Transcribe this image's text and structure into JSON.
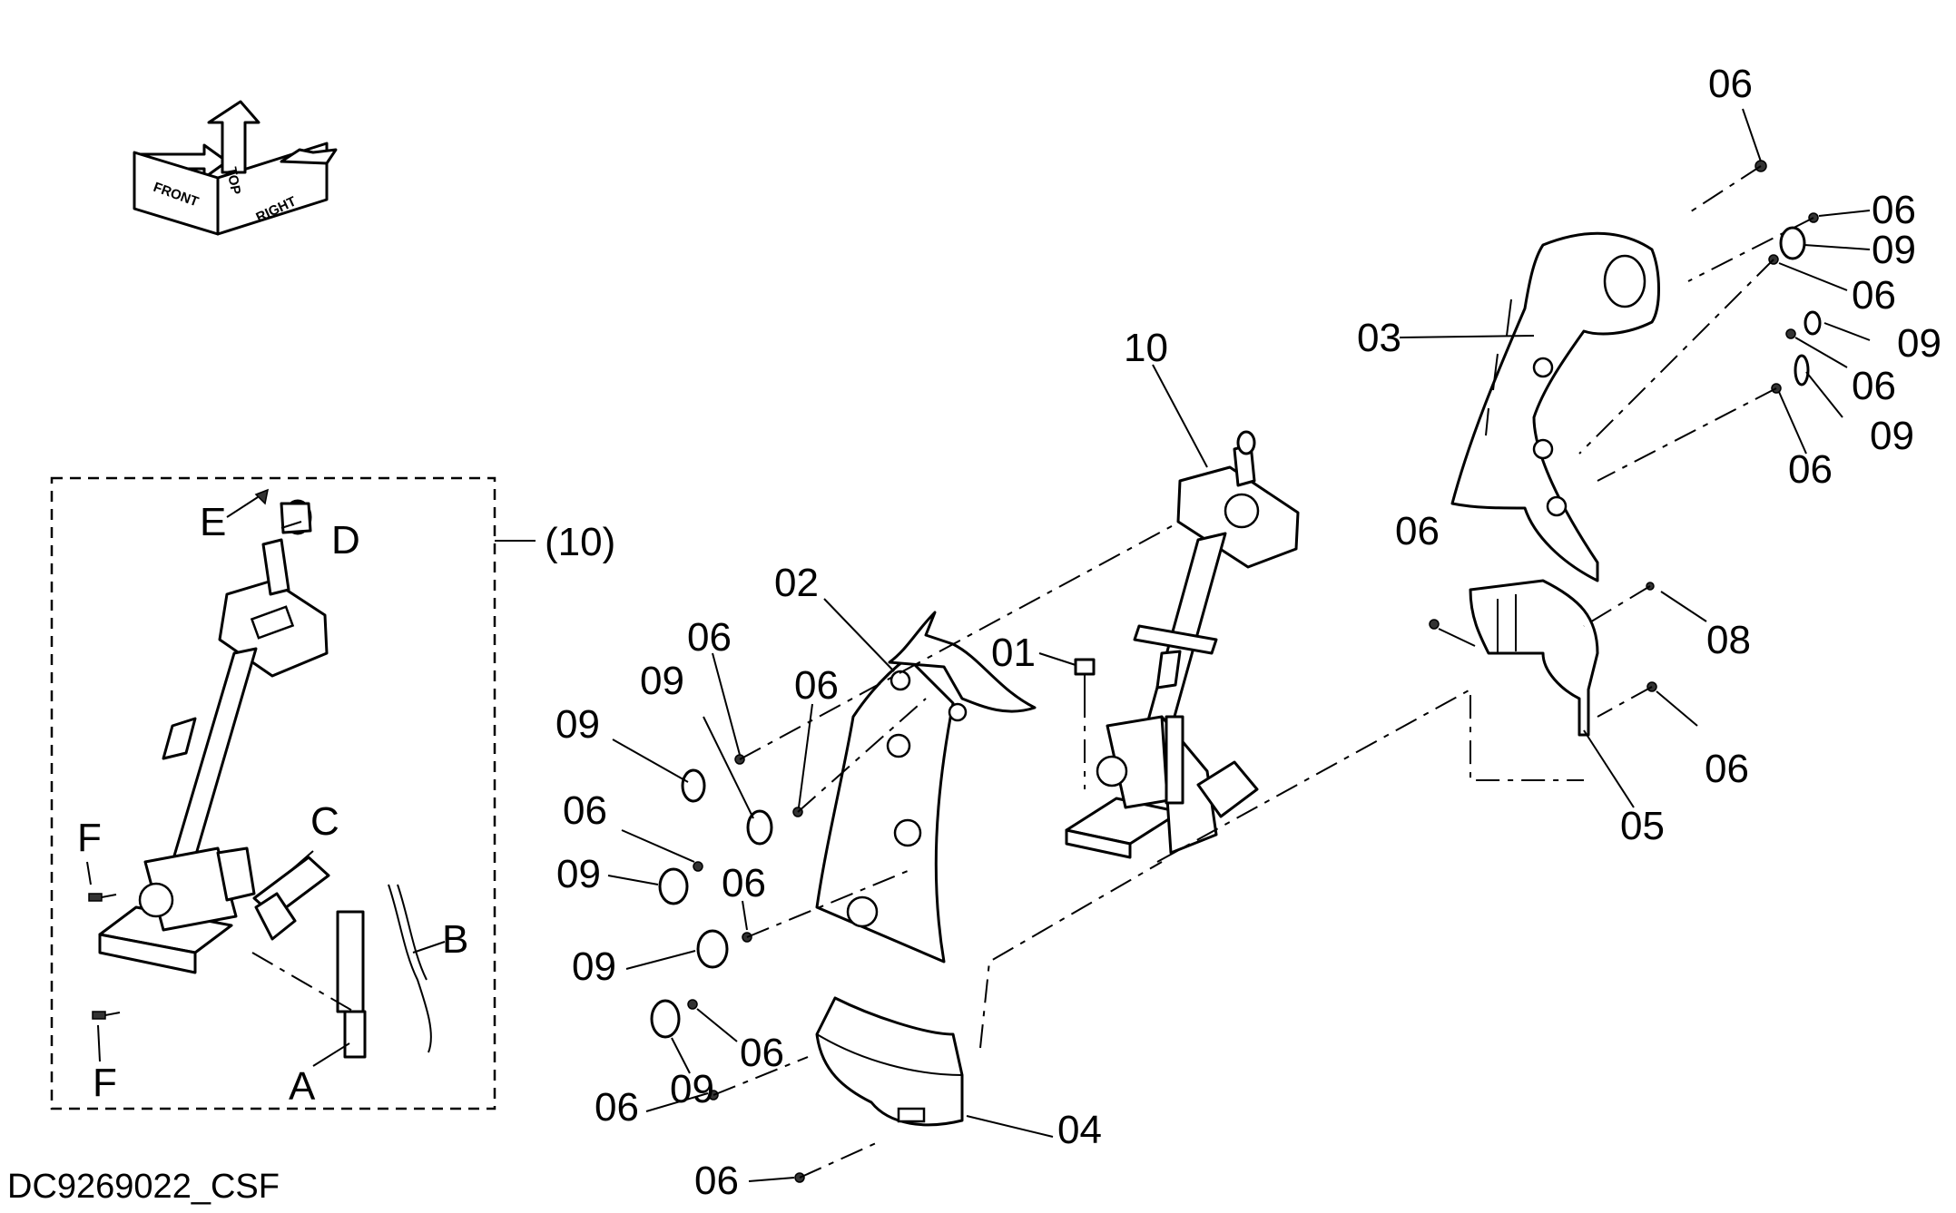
{
  "drawing": {
    "code": "DC9269022_CSF",
    "orientation": {
      "top": "TOP",
      "front": "FRONT",
      "right": "RIGHT"
    },
    "subassembly_ref": "(10)"
  },
  "callouts": {
    "c01": "01",
    "c02": "02",
    "c03": "03",
    "c04": "04",
    "c05": "05",
    "c08": "08",
    "c10": "10",
    "c06_top": "06",
    "c06_r1": "06",
    "c06_r2": "06",
    "c06_r3": "06",
    "c06_r4": "06",
    "c06_mid": "06",
    "c06_r5": "06",
    "c06_a": "06",
    "c06_b": "06",
    "c06_c": "06",
    "c06_d": "06",
    "c06_e": "06",
    "c06_f": "06",
    "c06_g": "06",
    "c09_r1": "09",
    "c09_r2": "09",
    "c09_r3": "09",
    "c09_a": "09",
    "c09_b": "09",
    "c09_c": "09",
    "c09_d": "09",
    "c09_e": "09"
  },
  "subassembly_letters": {
    "A": "A",
    "B": "B",
    "C": "C",
    "D": "D",
    "E": "E",
    "F1": "F",
    "F2": "F"
  }
}
